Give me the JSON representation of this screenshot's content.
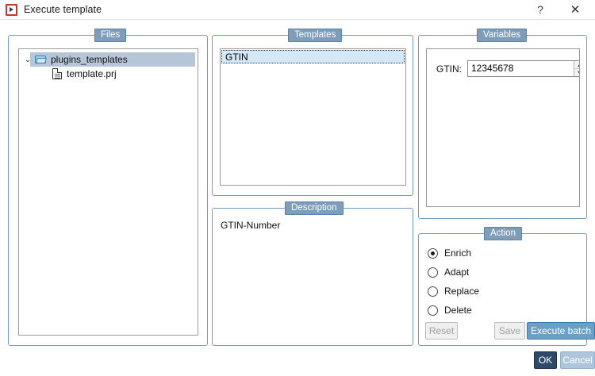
{
  "window": {
    "title": "Execute template",
    "icon": "execute-template-icon",
    "help_label": "?",
    "close_label": "✕"
  },
  "files_panel": {
    "legend": "Files",
    "tree": [
      {
        "label": "plugins_templates",
        "icon": "folder-icon",
        "chevron": "⌄",
        "selected": true,
        "level": 0
      },
      {
        "label": "template.prj",
        "icon": "file-icon",
        "selected": false,
        "level": 1
      }
    ]
  },
  "templates_panel": {
    "legend": "Templates",
    "items": [
      {
        "label": "GTIN",
        "selected": true
      }
    ]
  },
  "description_panel": {
    "legend": "Description",
    "text": "GTIN-Number"
  },
  "variables_panel": {
    "legend": "Variables",
    "fields": [
      {
        "label": "GTIN:",
        "value": "12345678",
        "type": "spinner"
      }
    ]
  },
  "action_panel": {
    "legend": "Action",
    "options": [
      {
        "label": "Enrich",
        "selected": true
      },
      {
        "label": "Adapt",
        "selected": false
      },
      {
        "label": "Replace",
        "selected": false
      },
      {
        "label": "Delete",
        "selected": false
      }
    ],
    "buttons": {
      "reset": "Reset",
      "save": "Save",
      "execute_batch": "Execute batch"
    }
  },
  "footer": {
    "ok": "OK",
    "cancel": "Cancel"
  },
  "colors": {
    "legend_fill": "#7d9dbb",
    "group_border": "#6f9bc4",
    "primary_button": "#69a0c6",
    "ok_button": "#2e4a6b",
    "cancel_button": "#aec6dc",
    "tree_selection": "#b7c6d6",
    "list_selection": "#d5e8f7"
  }
}
